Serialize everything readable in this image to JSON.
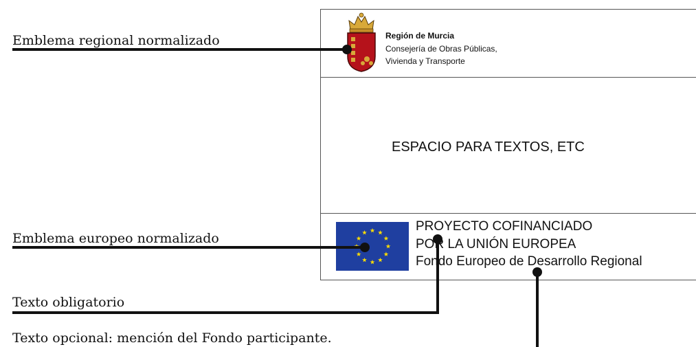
{
  "labels": {
    "regional": "Emblema regional normalizado",
    "europeo": "Emblema europeo normalizado",
    "obligatorio": "Texto obligatorio",
    "opcional": "Texto opcional: mención del Fondo participante."
  },
  "header": {
    "name": "Región de Murcia",
    "line1": "Consejería de Obras Públicas,",
    "line2": "Vivienda y Transporte"
  },
  "body": {
    "placeholder": "ESPACIO PARA TEXTOS, ETC"
  },
  "footer": {
    "line1": "PROYECTO COFINANCIADO",
    "line2": "POR LA UNIÓN EUROPEA",
    "line3": "Fondo Europeo de Desarrollo Regional"
  },
  "colors": {
    "eu_blue": "#1f3fa0",
    "eu_star": "#ffdd00",
    "shield_red": "#b5121b",
    "crown_gold": "#d8a93a",
    "leader": "#111111"
  },
  "icons": {
    "regional_emblem": "murcia-coat-of-arms-icon",
    "eu_flag": "eu-flag-icon"
  }
}
